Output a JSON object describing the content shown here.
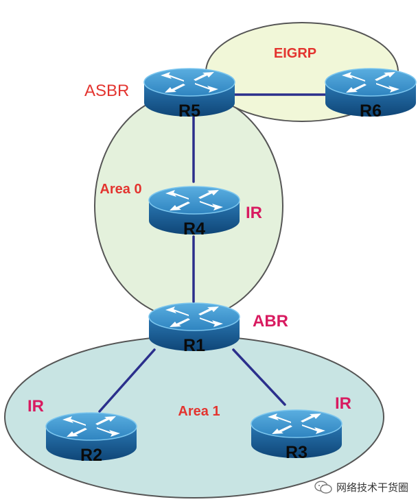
{
  "colors": {
    "link": "#2b2f8c",
    "router_top": "#3a8fc6",
    "router_side": "#1c5e96",
    "router_dark": "#0f3f6a",
    "label_red": "#e3342f",
    "label_magenta": "#d81b60",
    "eigrp_fill": "#f1f7d8",
    "area0_fill": "#e4f1dc",
    "area1_fill": "#c8e4e3",
    "zone_stroke": "#555555"
  },
  "zones": {
    "eigrp": "EIGRP",
    "area0": "Area 0",
    "area1": "Area 1"
  },
  "routers": {
    "r1": "R1",
    "r2": "R2",
    "r3": "R3",
    "r4": "R4",
    "r5": "R5",
    "r6": "R6"
  },
  "roles": {
    "r5": "ASBR",
    "r4": "IR",
    "r1": "ABR",
    "r2": "IR",
    "r3": "IR"
  },
  "icons": {
    "router": "router-icon",
    "wechat": "wechat-icon"
  },
  "watermark": "网络技术干货圈"
}
